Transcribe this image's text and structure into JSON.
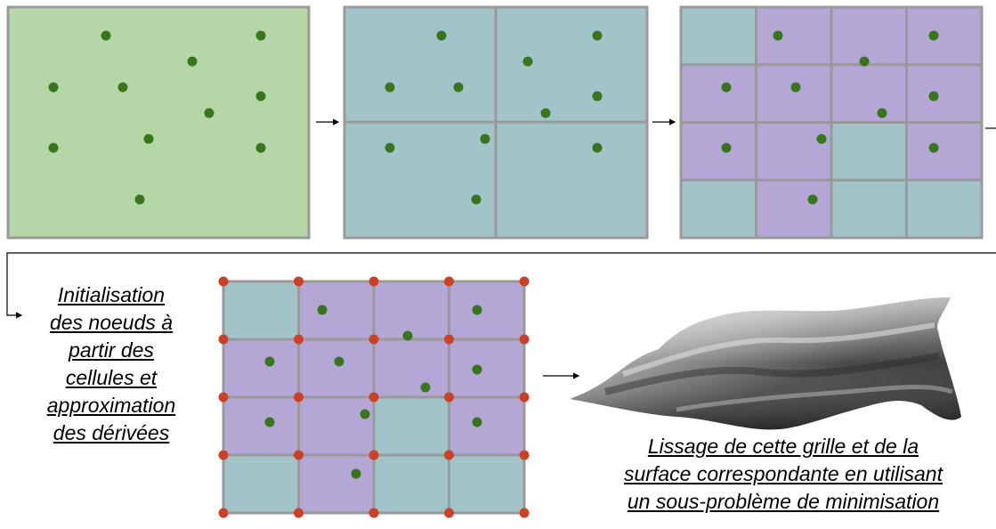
{
  "captions": {
    "init_lines": [
      "Initialisation",
      "des noeuds à",
      "partir des",
      "cellules et",
      "approximation",
      "des dérivées"
    ],
    "smooth_lines": [
      "Lissage de cette grille et de la",
      "surface correspondante en utilisant",
      "un sous-problème de minimisation"
    ]
  },
  "colors": {
    "panel_initial_fill": "#b5d7a8",
    "cell_teal_fill": "#a2c4c9",
    "cell_purple_fill": "#b4a7d6",
    "cell_border": "#999999",
    "point": "#38761d",
    "node": "#cc4125",
    "arrow": "#000000"
  },
  "panels": {
    "panel_1": {
      "grid": [
        [
          1
        ]
      ],
      "cells": [
        [
          "green"
        ]
      ]
    },
    "panel_2": {
      "grid": [
        [
          1,
          1
        ],
        [
          1,
          1
        ]
      ],
      "cells": [
        [
          "teal",
          "teal"
        ],
        [
          "teal",
          "teal"
        ]
      ]
    },
    "panel_3": {
      "cells": [
        [
          "teal",
          "purple",
          "purple",
          "purple"
        ],
        [
          "purple",
          "purple",
          "purple",
          "purple"
        ],
        [
          "purple",
          "purple",
          "teal",
          "purple"
        ],
        [
          "teal",
          "purple",
          "teal",
          "teal"
        ]
      ]
    },
    "panel_4": {
      "cells": [
        [
          "teal",
          "purple",
          "purple",
          "purple"
        ],
        [
          "purple",
          "purple",
          "purple",
          "purple"
        ],
        [
          "purple",
          "purple",
          "teal",
          "purple"
        ],
        [
          "teal",
          "purple",
          "teal",
          "teal"
        ]
      ],
      "nodes_per_side": 5
    }
  },
  "icons": {
    "surface": "smoothed-surface-3d-icon",
    "arrow": "right-arrow-icon"
  }
}
